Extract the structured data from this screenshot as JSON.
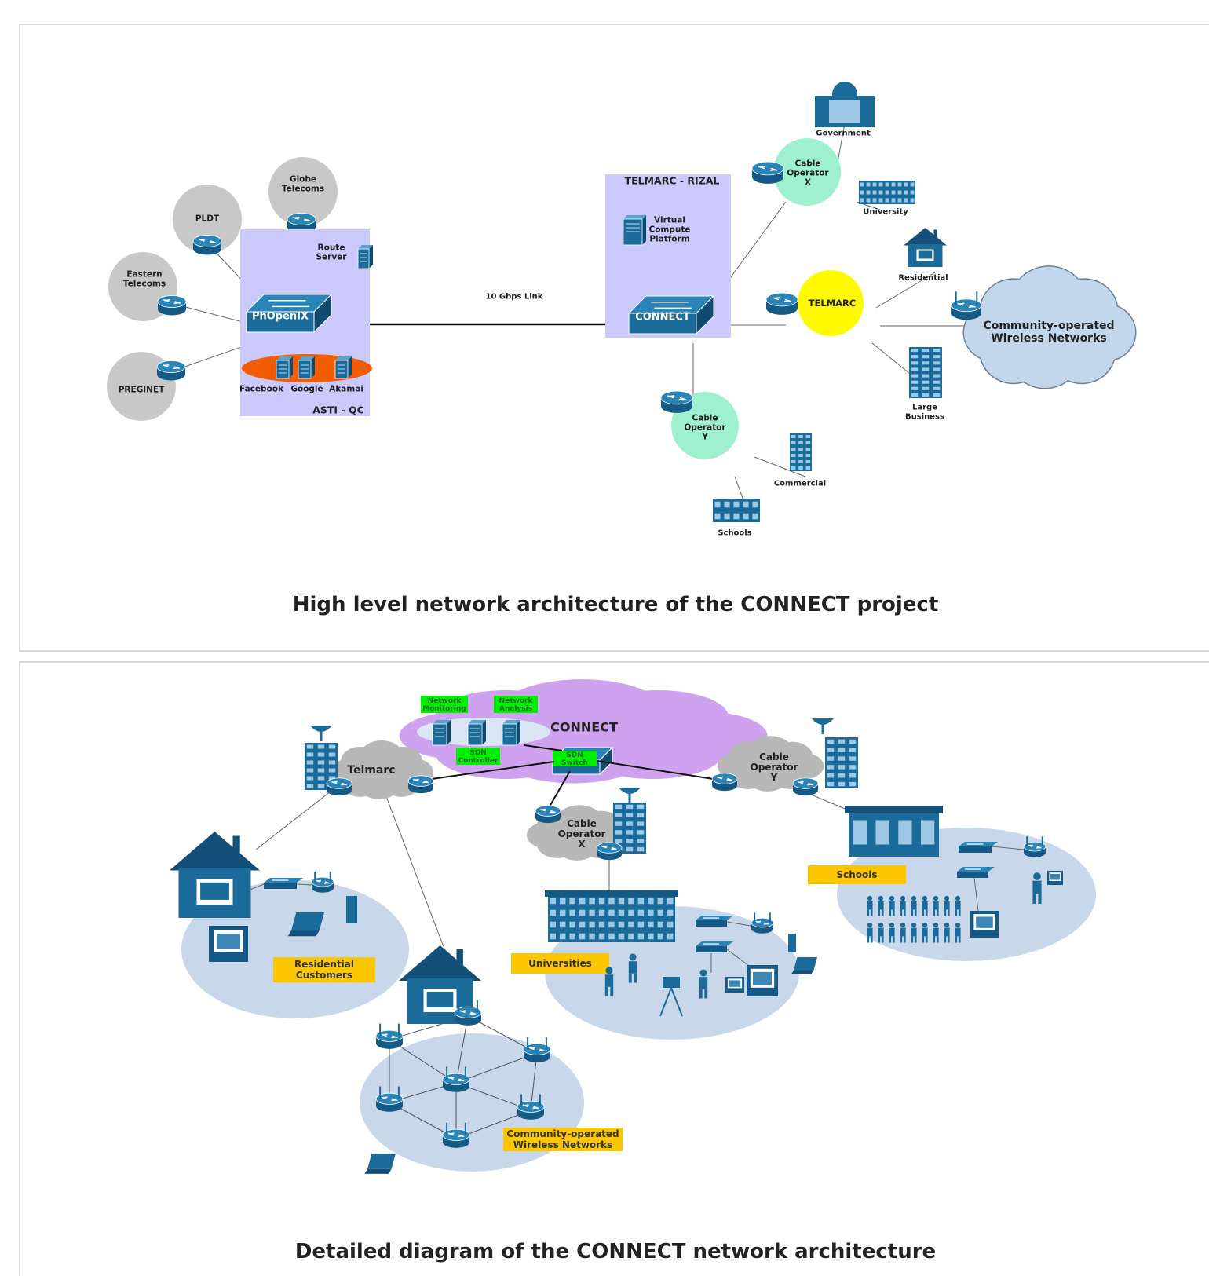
{
  "figure1": {
    "caption": "High level network architecture of the CONNECT project",
    "peers": {
      "globe": "Globe\nTelecoms",
      "pldt": "PLDT",
      "eastern": "Eastern\nTelecoms",
      "preginet": "PREGINET"
    },
    "asti": {
      "box_label": "ASTI - QC",
      "switch_label": "PhOpenIX",
      "route_server": "Route\nServer",
      "cdn": [
        "Facebook",
        "Google",
        "Akamai"
      ]
    },
    "link_label": "10 Gbps Link",
    "telmarc_rizal": {
      "box_label": "TELMARC - RIZAL",
      "vcp": "Virtual\nCompute\nPlatform",
      "switch_label": "CONNECT"
    },
    "cable_x": "Cable\nOperator\nX",
    "cable_y": "Cable\nOperator\nY",
    "telmarc": "TELMARC",
    "endpoints": {
      "government": "Government",
      "university": "University",
      "residential": "Residential",
      "large_business": "Large\nBusiness",
      "commercial": "Commercial",
      "schools": "Schools"
    },
    "community": "Community-operated\nWireless Networks"
  },
  "figure2": {
    "caption": "Detailed diagram of the CONNECT network architecture",
    "connect_cloud": "CONNECT",
    "services": {
      "monitoring": "Network\nMonitoring",
      "analysis": "Network\nAnalysis",
      "controller": "SDN\nController",
      "switch": "SDN\nSwitch"
    },
    "telmarc": "Telmarc",
    "cable_x": "Cable\nOperator\nX",
    "cable_y": "Cable\nOperator\nY",
    "labels": {
      "residential": "Residential\nCustomers",
      "universities": "Universities",
      "schools": "Schools",
      "community": "Community-operated\nWireless Networks"
    }
  },
  "colors": {
    "device": "#1b6b9a",
    "peer_circle": "#c8c8c8",
    "asti_box": "#c9c9fb",
    "cdn_ellipse": "#f25c05",
    "cable_op": "#9ff0cf",
    "telmarc": "#fffa00",
    "cloud": "#c2d6ec",
    "connect_cloud": "#cfa2ef",
    "gray_cloud": "#b8b8b8",
    "service_green": "#00ee00",
    "label_yellow": "#fdc700",
    "blob": "#c9d7ea"
  }
}
